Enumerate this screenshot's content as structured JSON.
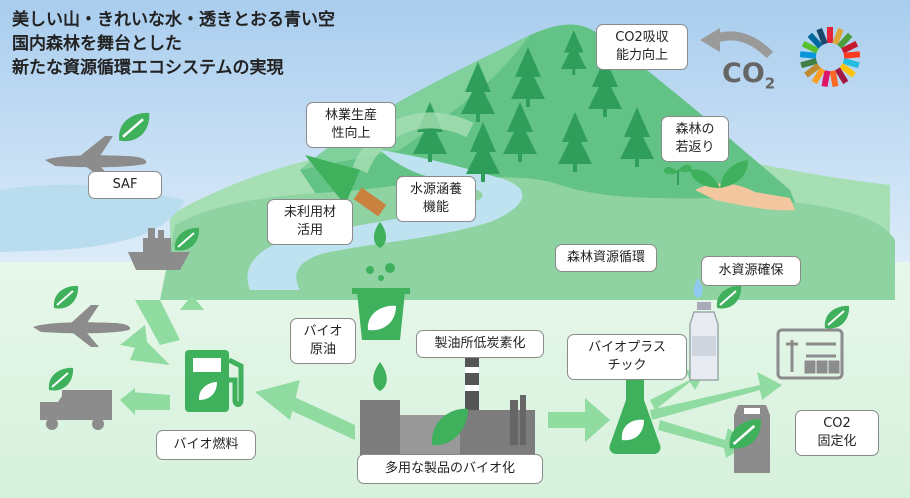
{
  "title": {
    "line1": "美しい山・きれいな水・透きとおる青い空",
    "line2": "国内森林を舞台とした",
    "line3": "新たな資源循環エコシステムの実現"
  },
  "labels": {
    "co2_absorb": [
      "CO2吸収",
      "能力向上"
    ],
    "forestry": [
      "林業生産",
      "性向上"
    ],
    "forest_rejuv": [
      "森林の",
      "若返り"
    ],
    "saf": "SAF",
    "water_source": [
      "水源涵養",
      "機能"
    ],
    "unused_wood": [
      "未利用材",
      "活用"
    ],
    "forest_cycle": "森林資源循環",
    "water_secure": "水資源確保",
    "bio_crude": [
      "バイオ",
      "原油"
    ],
    "refinery": "製油所低炭素化",
    "bioplastic": [
      "バイオプラス",
      "チック"
    ],
    "biofuel": "バイオ燃料",
    "co2_fix": [
      "CO2",
      "固定化"
    ],
    "products": "多用な製品のバイオ化"
  },
  "co2_badge": {
    "main": "CO",
    "sub": "2"
  },
  "colors": {
    "sky": "#cfe3f5",
    "mountain": "#63c386",
    "forest_dark": "#2f9e5a",
    "leaf": "#3fb05c",
    "ground": "#dff4e4",
    "arrow": "#8fdba0",
    "gray_icon": "#8c8c8c",
    "river": "#bfe2f0"
  }
}
